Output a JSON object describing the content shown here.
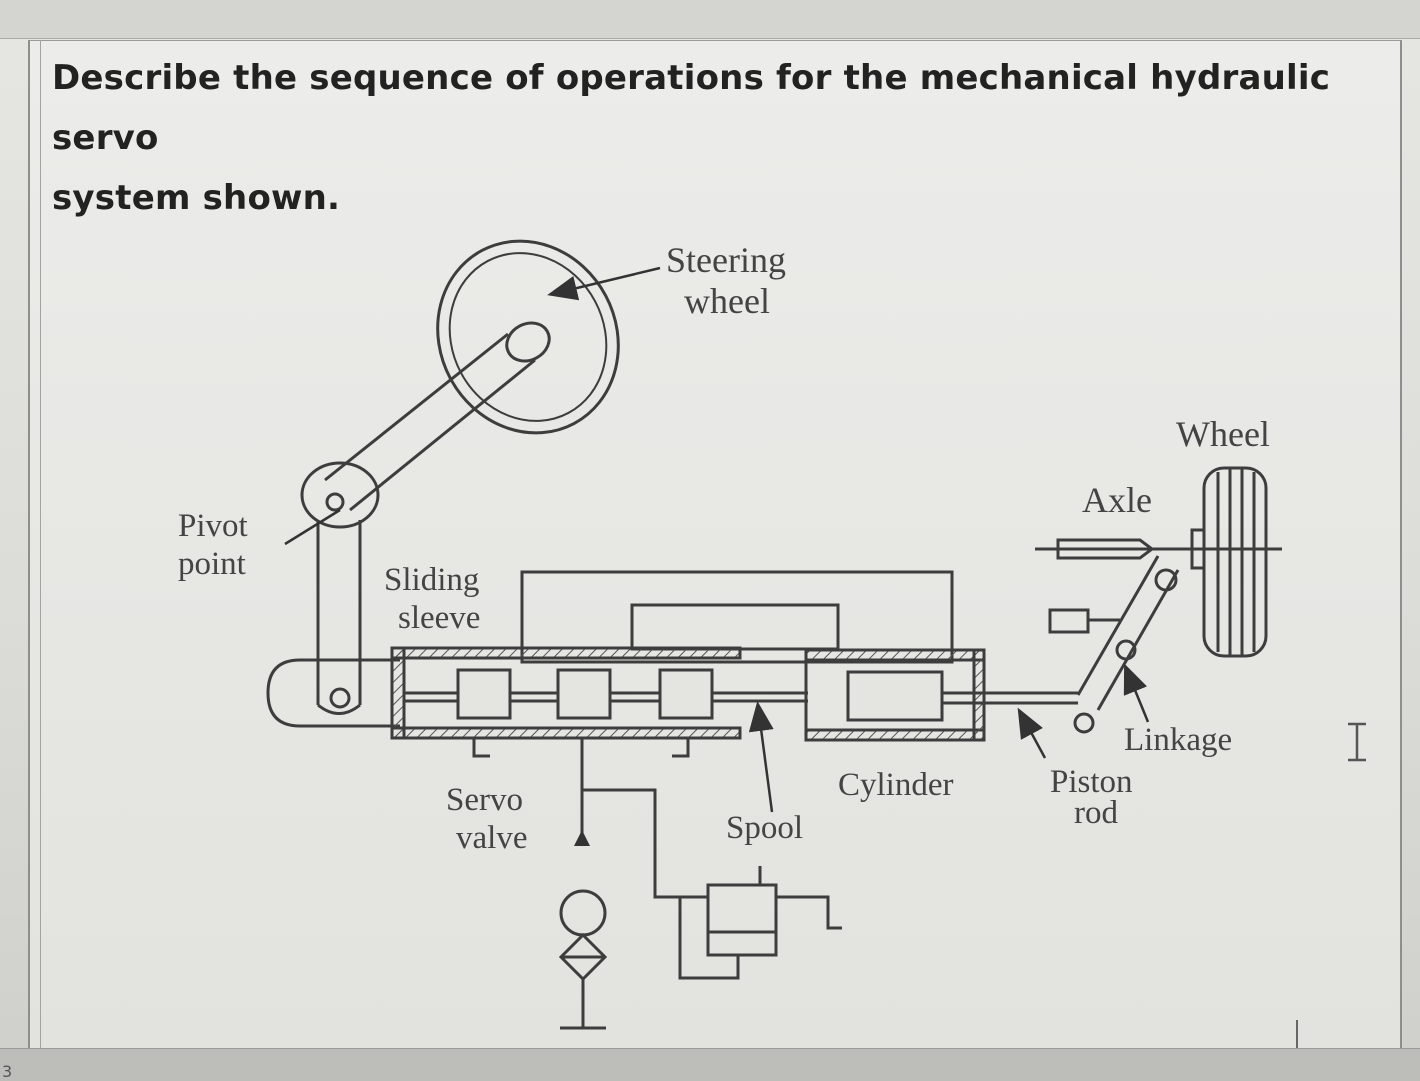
{
  "question": {
    "line1": "Describe the sequence of operations for the mechanical hydraulic servo",
    "line2": "system shown."
  },
  "labels": {
    "steering_1": "Steering",
    "steering_2": "wheel",
    "wheel": "Wheel",
    "axle": "Axle",
    "pivot_1": "Pivot",
    "pivot_2": "point",
    "sliding_1": "Sliding",
    "sliding_2": "sleeve",
    "servo_1": "Servo",
    "servo_2": "valve",
    "spool": "Spool",
    "cylinder": "Cylinder",
    "piston_1": "Piston",
    "piston_2": "rod",
    "linkage": "Linkage"
  },
  "row_number": "3",
  "colors": {
    "ink": "#3d3d3d",
    "paper": "#e4e4e0"
  },
  "icons": [
    "i-beam-cursor-icon"
  ]
}
